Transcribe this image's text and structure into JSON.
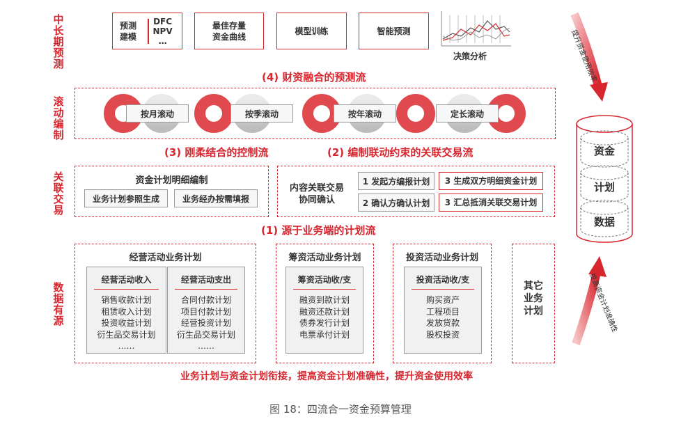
{
  "side_labels": {
    "long_term": "中长期预测",
    "rolling": "滚动编制",
    "related": "关联交易",
    "source": "数据有源"
  },
  "top_row": {
    "box1_left": "预测\n建模",
    "box1_right": "DFC\nNPV\n…",
    "box2": "最佳存量\n资金曲线",
    "box3": "模型训练",
    "box4": "智能预测",
    "decision": "决策分析"
  },
  "flows": {
    "f4": "(4) 财资融合的预测流",
    "f3": "(3) 刚柔结合的控制流",
    "f2": "(2) 编制联动约束的关联交易流",
    "f1": "(1) 源于业务端的计划流"
  },
  "rolling": [
    "按月滚动",
    "按季滚动",
    "按年滚动",
    "定长滚动"
  ],
  "related": {
    "left_title": "资金计划明细编制",
    "left_btn1": "业务计划参照生成",
    "left_btn2": "业务经办按需填报",
    "right_title": "内容关联交易\n协同确认",
    "steps": [
      "1 发起方编报计划",
      "3 生成双方明细资金计划",
      "2 确认方确认计划",
      "3 汇总抵消关联交易计划"
    ]
  },
  "source": {
    "operating_title": "经营活动业务计划",
    "operating_income": {
      "header": "经营活动收入",
      "items": [
        "销售收款计划",
        "租赁收入计划",
        "投资收益计划",
        "衍生品交易计划",
        "……"
      ]
    },
    "operating_expense": {
      "header": "经营活动支出",
      "items": [
        "合同付款计划",
        "项目付款计划",
        "经营投资计划",
        "衍生品交易计划",
        "……"
      ]
    },
    "financing_title": "筹资活动业务计划",
    "financing": {
      "header": "筹资活动收/支",
      "items": [
        "融资到款计划",
        "融资还款计划",
        "债券发行计划",
        "电票承付计划"
      ]
    },
    "investing_title": "投资活动业务计划",
    "investing": {
      "header": "投资活动收/支",
      "items": [
        "购买资产",
        "工程项目",
        "发放贷款",
        "股权投资"
      ]
    },
    "other": "其它\n业务\n计划"
  },
  "bottom_statement": "业务计划与资金计划衔接，提高资金计划准确性，提升资金使用效率",
  "cylinder": [
    "资金",
    "计划",
    "数据"
  ],
  "arrows": {
    "top": "提升资金使用效率",
    "bottom": "提高资金计划准确性"
  },
  "caption": "图 18：四流合一资金预算管理",
  "colors": {
    "accent": "#d8262f",
    "gray_border": "#9a9a9a"
  }
}
